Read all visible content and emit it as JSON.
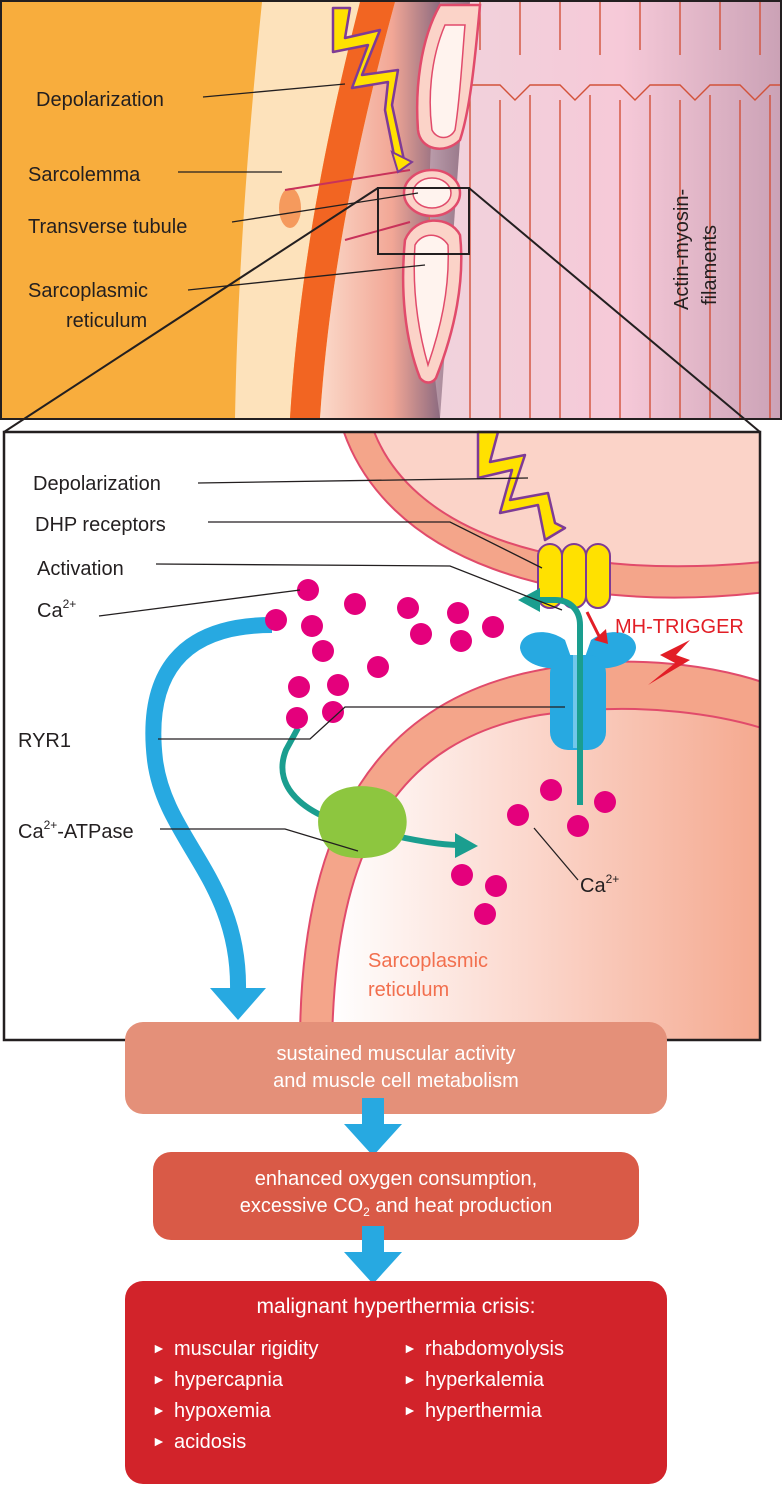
{
  "top_panel": {
    "labels": {
      "depolarization": "Depolarization",
      "sarcolemma": "Sarcolemma",
      "transverse_tubule": "Transverse tubule",
      "sarcoplasmic_reticulum_line1": "Sarcoplasmic",
      "sarcoplasmic_reticulum_line2": "reticulum",
      "actin_myosin_line1": "Actin-myosin-",
      "actin_myosin_line2": "filaments"
    }
  },
  "detail_panel": {
    "labels": {
      "depolarization": "Depolarization",
      "dhp_receptors": "DHP receptors",
      "activation": "Activation",
      "ca_base": "Ca",
      "ca_charge": "2+",
      "mh_trigger": "MH-TRIGGER",
      "ryr1": "RYR1",
      "ca_atpase_base": "Ca",
      "ca_atpase_charge": "2+",
      "ca_atpase_suffix": "-ATPase",
      "ca_inner_base": "Ca",
      "ca_inner_charge": "2+",
      "sr_line1": "Sarcoplasmic",
      "sr_line2": "reticulum"
    }
  },
  "flow": {
    "box1": {
      "line1": "sustained muscular activity",
      "line2": "and muscle cell metabolism"
    },
    "box2": {
      "line1": "enhanced oxygen consumption,",
      "line2_pre": "excessive CO",
      "line2_sub": "2",
      "line2_post": " and heat production"
    },
    "box3": {
      "title": "malignant hyperthermia crisis:",
      "bullet": "►",
      "left_items": [
        "muscular rigidity",
        "hypercapnia",
        "hypoxemia",
        "acidosis"
      ],
      "right_items": [
        "rhabdomyolysis",
        "hyperkalemia",
        "hyperthermia"
      ]
    }
  },
  "colors": {
    "muscle_orange": "#f8ad3d",
    "sarcolemma_dark": "#f26522",
    "salmon": "#f4a58a",
    "pink_border": "#e14b6b",
    "calcium_magenta": "#e4007c",
    "arrow_blue": "#27a9e1",
    "teal": "#1a9e8f",
    "atpase_green": "#8dc63f",
    "dhp_yellow": "#ffe100",
    "trigger_red": "#e21e26",
    "box1": "#e49079",
    "box2": "#d95a47",
    "box3": "#d2232a"
  }
}
